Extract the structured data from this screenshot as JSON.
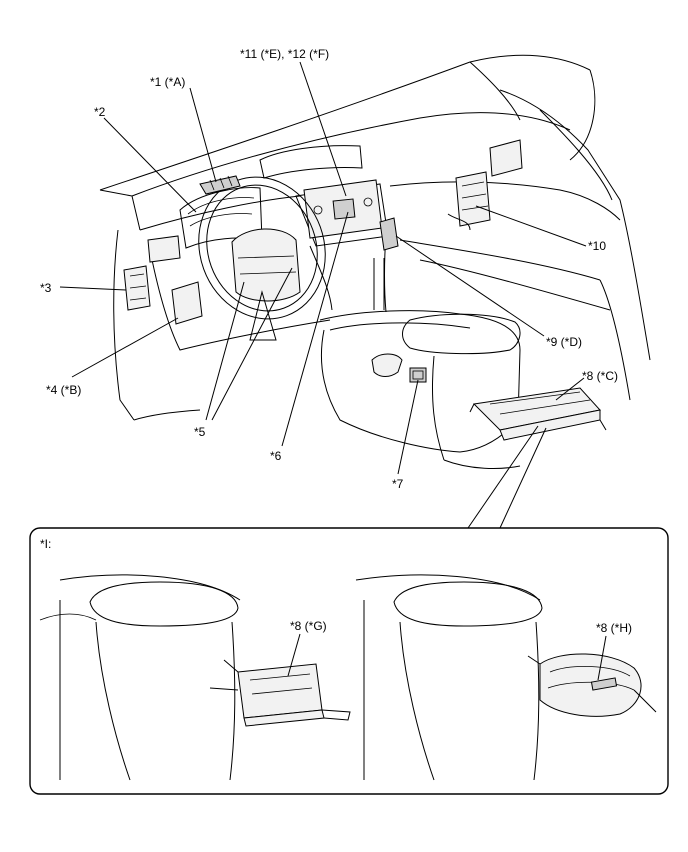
{
  "callouts": {
    "c1": "*1 (*A)",
    "c2": "*2",
    "c3": "*3",
    "c4": "*4 (*B)",
    "c5": "*5",
    "c6": "*6",
    "c7": "*7",
    "c8c": "*8 (*C)",
    "c9": "*9 (*D)",
    "c10": "*10",
    "c11": "*11 (*E), *12 (*F)",
    "inset_label": "*I:",
    "c8g": "*8 (*G)",
    "c8h": "*8 (*H)"
  },
  "colors": {
    "line": "#000000",
    "background": "#ffffff",
    "part_fill": "#f2f2f2"
  }
}
